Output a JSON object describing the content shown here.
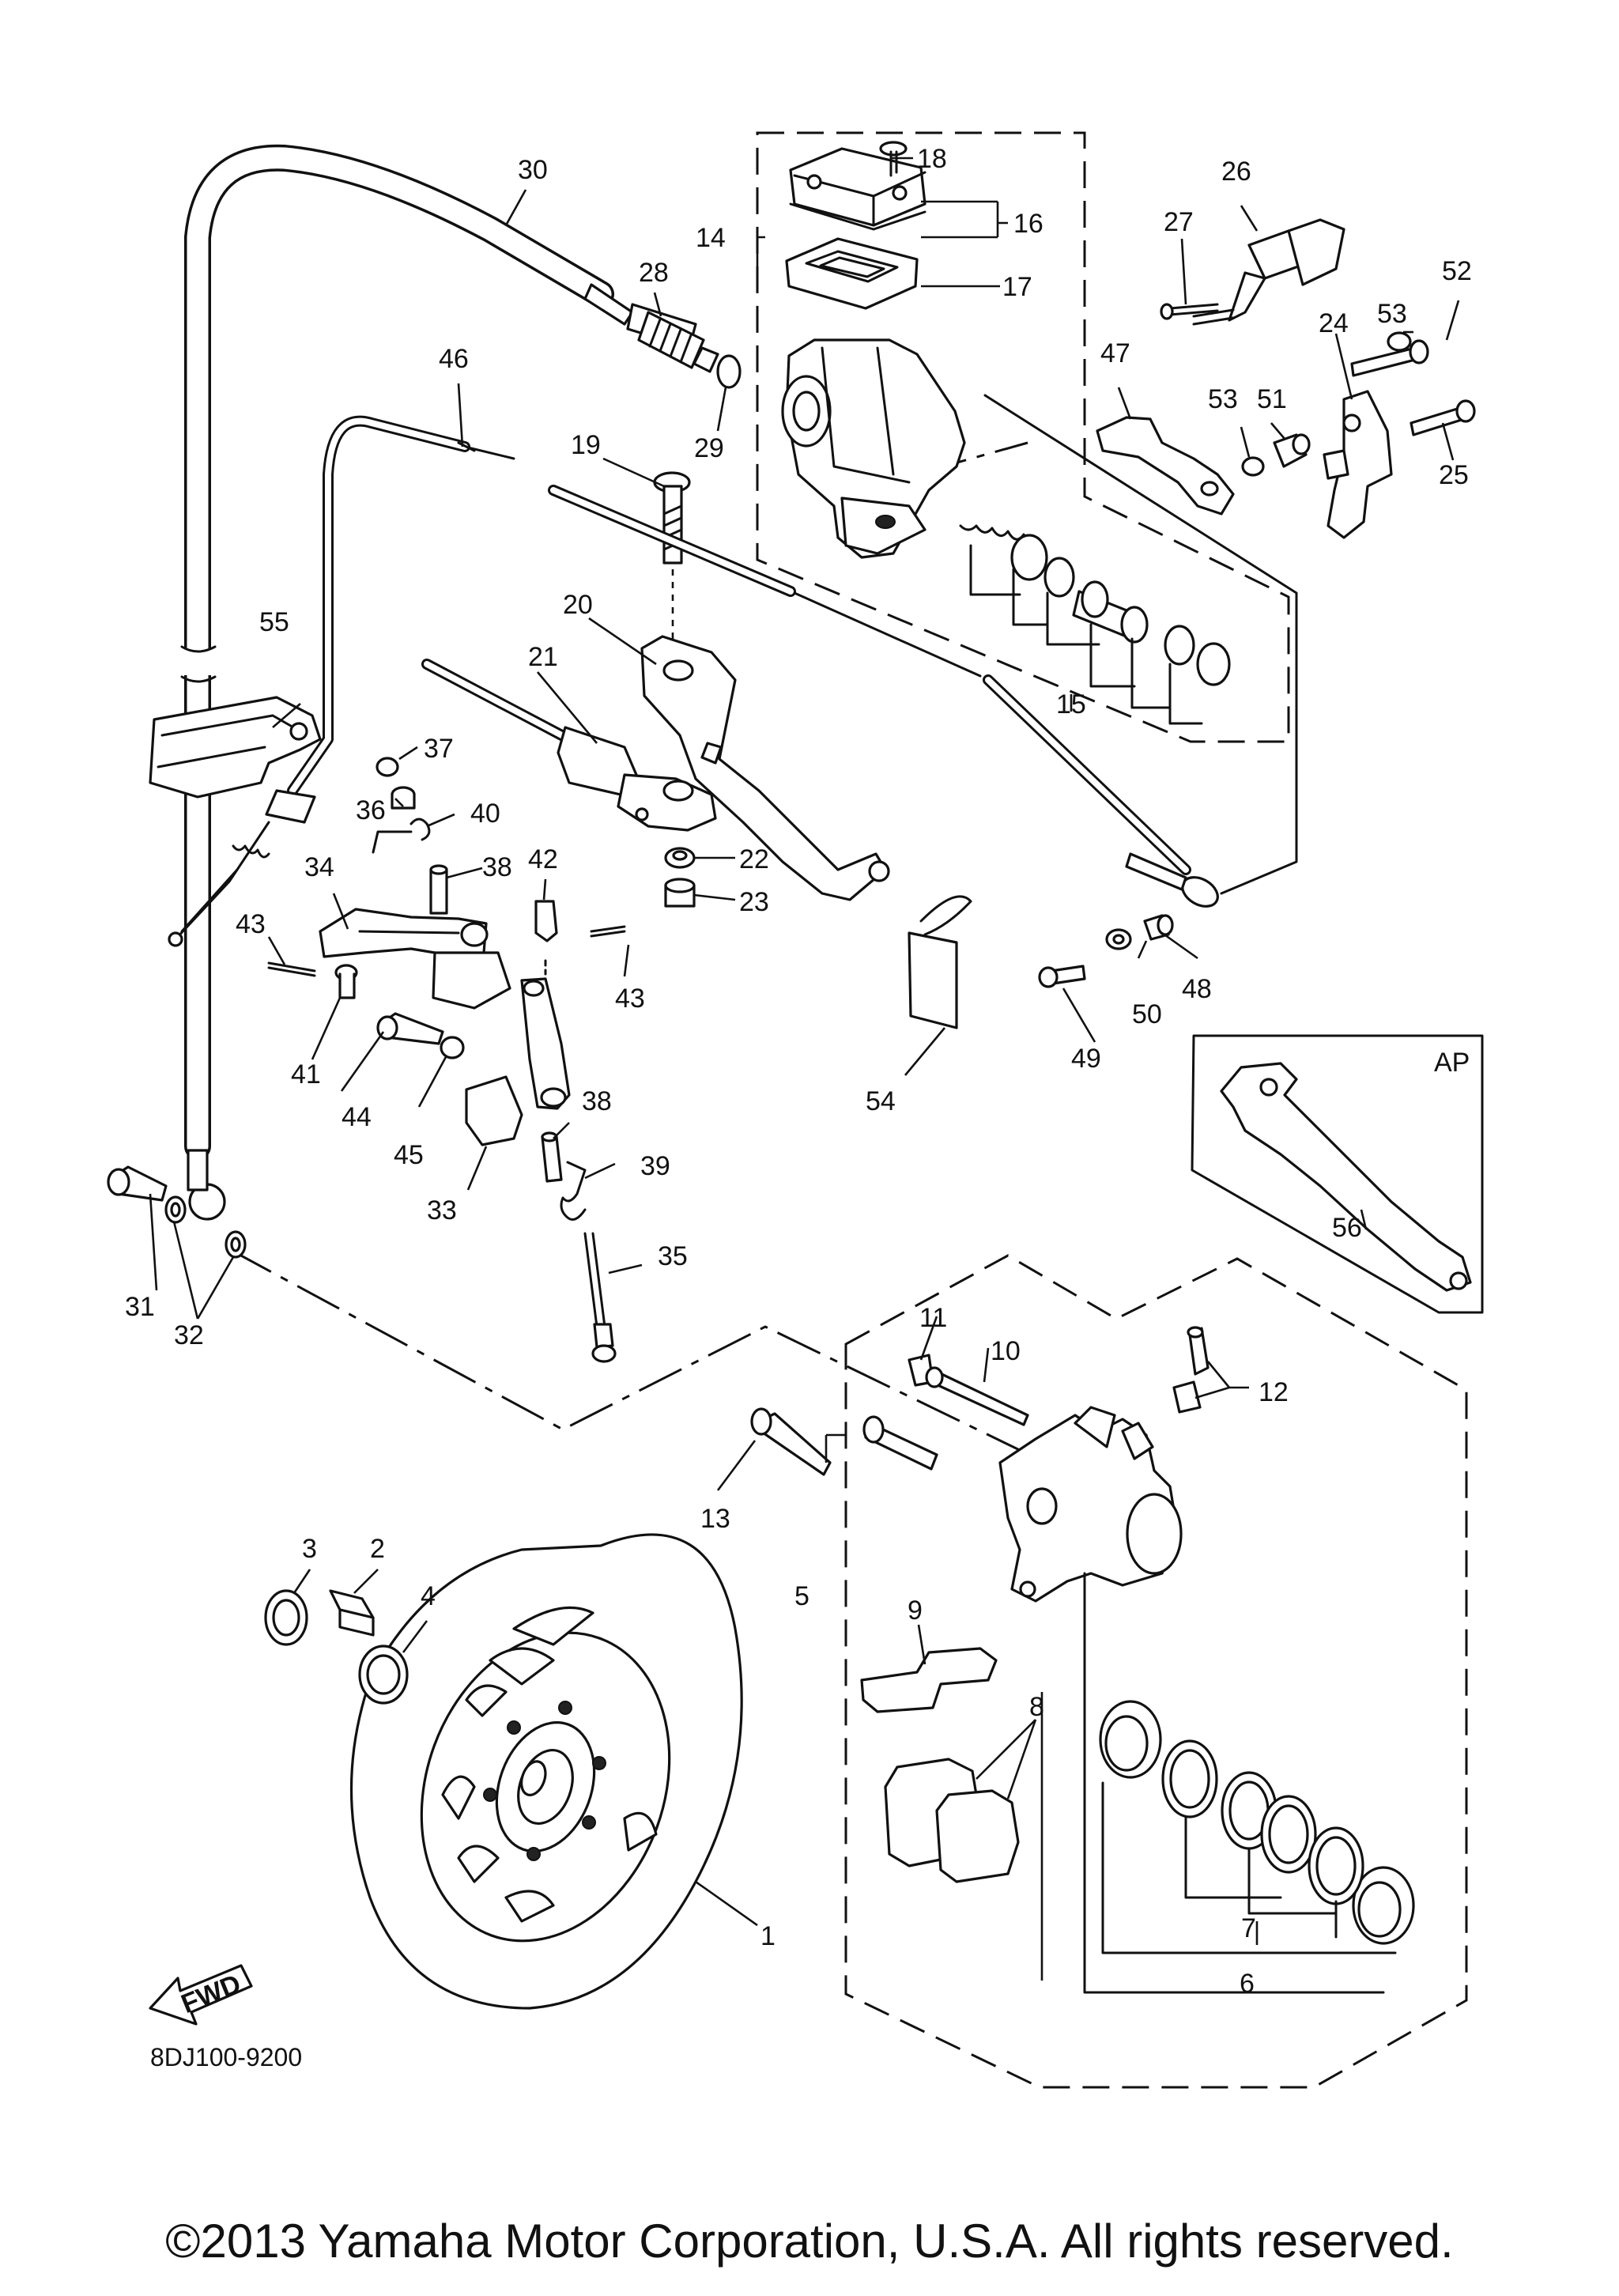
{
  "diagram": {
    "inset_label": "AP",
    "fwd_label": "FWD",
    "code": "8DJ100-9200"
  },
  "callouts": [
    "1",
    "2",
    "3",
    "4",
    "5",
    "6",
    "7",
    "8",
    "9",
    "10",
    "11",
    "12",
    "13",
    "14",
    "15",
    "16",
    "17",
    "18",
    "19",
    "20",
    "21",
    "22",
    "23",
    "24",
    "25",
    "26",
    "27",
    "28",
    "29",
    "30",
    "31",
    "32",
    "33",
    "34",
    "35",
    "36",
    "37",
    "38",
    "38",
    "39",
    "40",
    "41",
    "42",
    "43",
    "43",
    "44",
    "45",
    "46",
    "47",
    "48",
    "49",
    "50",
    "51",
    "52",
    "53",
    "53",
    "54",
    "55",
    "56"
  ],
  "copyright": "©2013 Yamaha Motor Corporation, U.S.A. All rights reserved."
}
